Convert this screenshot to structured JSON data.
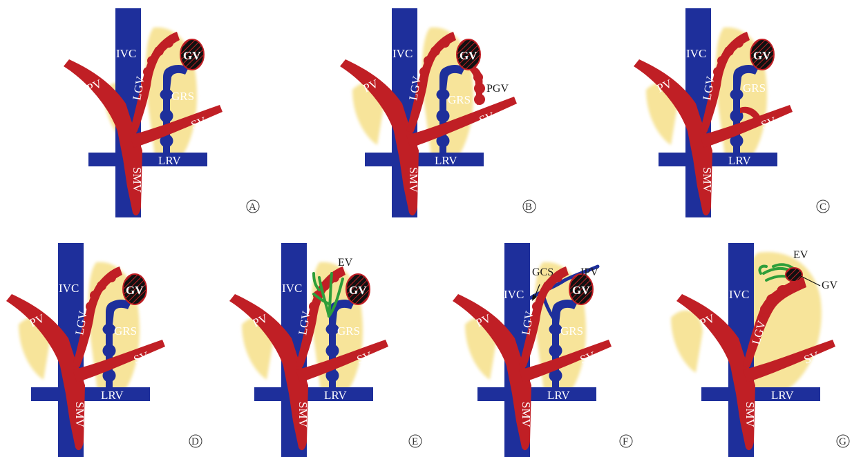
{
  "labels": {
    "ivc": "IVC",
    "pv": "PV",
    "lgv": "LGV",
    "gv": "GV",
    "grs": "GRS",
    "sv": "SV",
    "lrv": "LRV",
    "smv": "SMV",
    "pgv": "PGV",
    "ev": "EV",
    "gcs": "GCS",
    "ipv": "IPV"
  },
  "panels": [
    {
      "letter": "A"
    },
    {
      "letter": "B"
    },
    {
      "letter": "C"
    },
    {
      "letter": "D"
    },
    {
      "letter": "E"
    },
    {
      "letter": "F"
    },
    {
      "letter": "G"
    }
  ],
  "colors": {
    "vein_blue": "#1e2f9b",
    "vein_red": "#c01f25",
    "spleen_yellow": "#f7e49a",
    "varix_green": "#2e9e3a"
  }
}
